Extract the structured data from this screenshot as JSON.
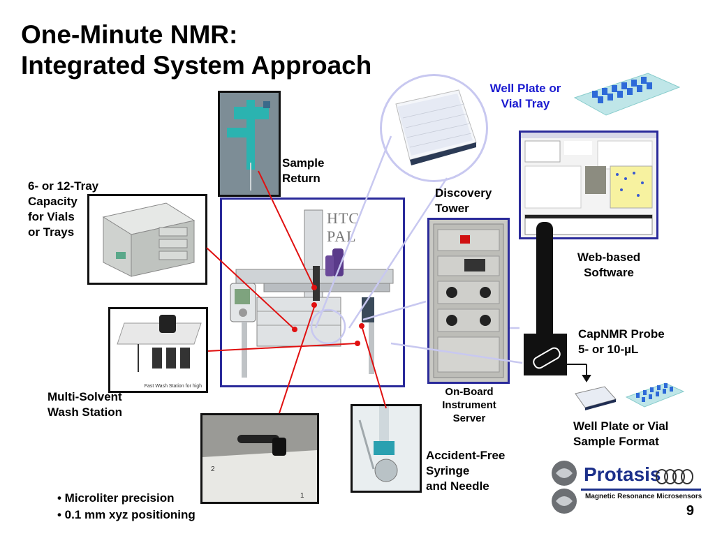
{
  "slide": {
    "title_line1": "One-Minute NMR:",
    "title_line2": "Integrated System Approach",
    "page_number": "9"
  },
  "labels": {
    "well_plate_tray": [
      "Well Plate or",
      "Vial Tray"
    ],
    "sample_return": [
      "Sample",
      "Return"
    ],
    "tray_capacity": [
      "6- or 12-Tray",
      "Capacity",
      "for Vials",
      "or Trays"
    ],
    "discovery_tower": [
      "Discovery",
      "Tower"
    ],
    "web_software": [
      "Web-based",
      "Software"
    ],
    "capnmr_probe": [
      "CapNMR Probe",
      "5- or 10-µL"
    ],
    "onboard_server": [
      "On-Board",
      "Instrument",
      "Server"
    ],
    "wash_station": [
      "Multi-Solvent",
      "Wash Station"
    ],
    "sample_format": [
      "Well Plate or Vial",
      "Sample Format"
    ],
    "syringe": [
      "Accident-Free",
      "Syringe",
      "and Needle"
    ],
    "wash_photo_caption": "Fast Wash Station for high",
    "instrument_brand": "HTC PAL"
  },
  "bullets": [
    "• Microliter precision",
    "• 0.1 mm xyz positioning"
  ],
  "logo": {
    "name": "Protasis",
    "tagline": "Magnetic Resonance Microsensors"
  },
  "colors": {
    "callout_line": "#e01010",
    "link_line": "#c8c8f0",
    "frame_blue": "#2a2a9a",
    "label_blue": "#1a1ad0"
  }
}
